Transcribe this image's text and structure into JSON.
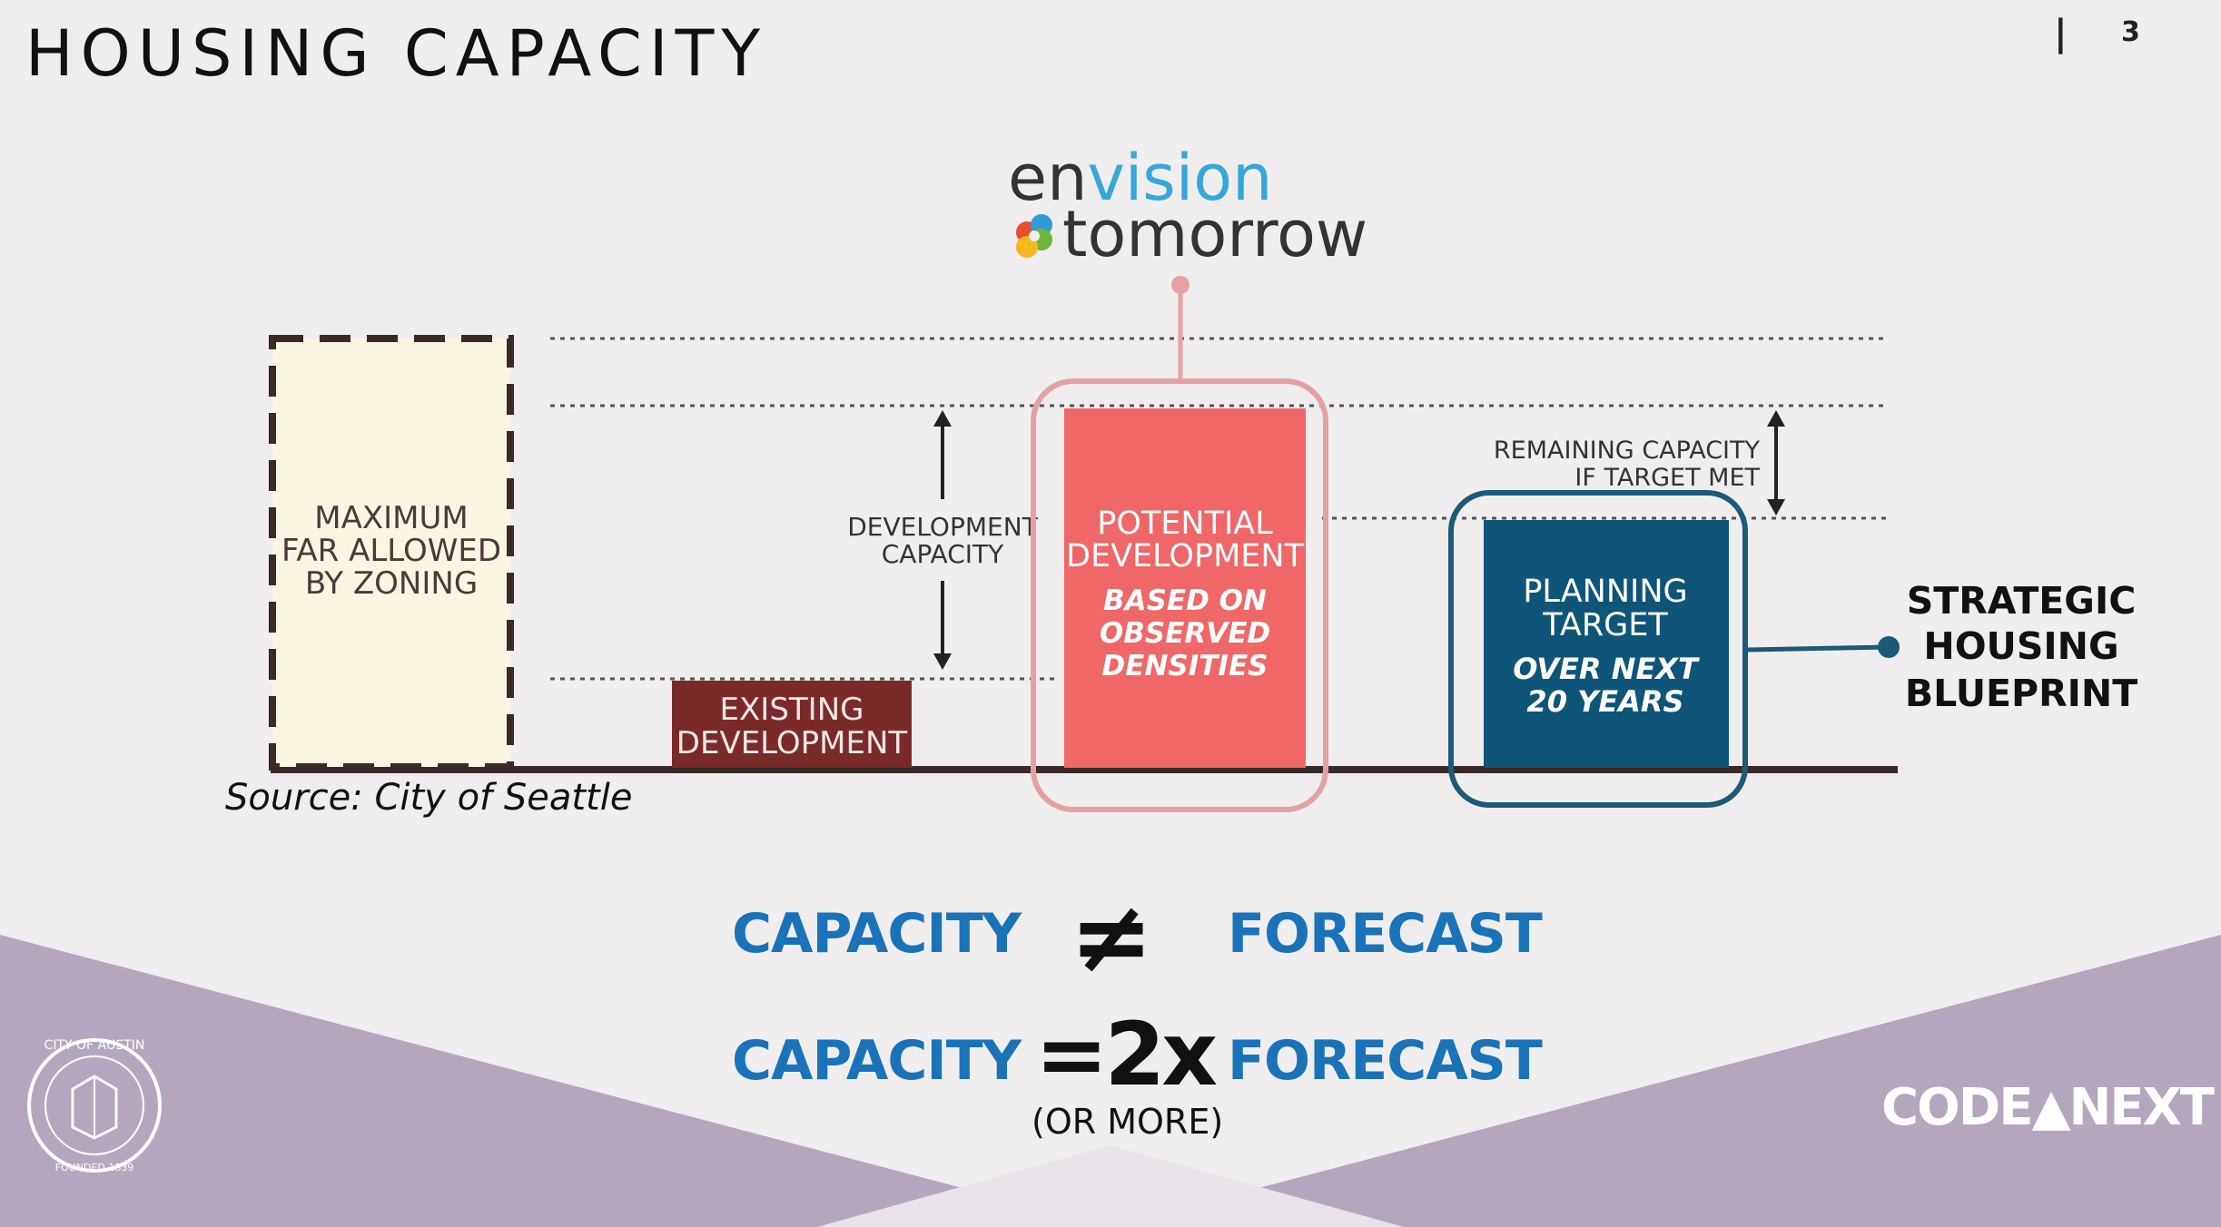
{
  "header": {
    "title": "HOUSING CAPACITY",
    "separator": "|",
    "page_number": "3"
  },
  "logo": {
    "line1_prefix": "en",
    "line1_accent": "vision",
    "line2": "tomorrow"
  },
  "diagram": {
    "max_far": [
      "MAXIMUM",
      "FAR ALLOWED",
      "BY ZONING"
    ],
    "existing": [
      "EXISTING",
      "DEVELOPMENT"
    ],
    "development_capacity": [
      "DEVELOPMENT",
      "CAPACITY"
    ],
    "potential": [
      "POTENTIAL",
      "DEVELOPMENT"
    ],
    "potential_sub": [
      "BASED ON",
      "OBSERVED",
      "DENSITIES"
    ],
    "remaining": [
      "REMAINING CAPACITY",
      "IF TARGET MET"
    ],
    "planning": [
      "PLANNING",
      "TARGET"
    ],
    "planning_sub": [
      "OVER NEXT",
      "20 YEARS"
    ],
    "blueprint": [
      "STRATEGIC",
      "HOUSING",
      "BLUEPRINT"
    ]
  },
  "source": "Source: City of Seattle",
  "equations": {
    "row1": {
      "left": "CAPACITY",
      "operator": "≠",
      "right": "FORECAST"
    },
    "row2": {
      "left": "CAPACITY",
      "operator": "=2x",
      "right": "FORECAST",
      "note": "(OR MORE)"
    }
  },
  "branding": {
    "codenext": "CODE▲NEXT",
    "seal_text": "CITY OF AUSTIN",
    "seal_founded": "FOUNDED 1839"
  },
  "colors": {
    "background": "#efedee",
    "band": "#b4a7bd",
    "cream": "#fbf6e2",
    "existing": "#7b2a2a",
    "potential": "#ef6767",
    "potential_border": "#e4a1a4",
    "planning": "#0f5479",
    "planning_border": "#1c5a78",
    "equation_blue": "#1a73b8"
  }
}
